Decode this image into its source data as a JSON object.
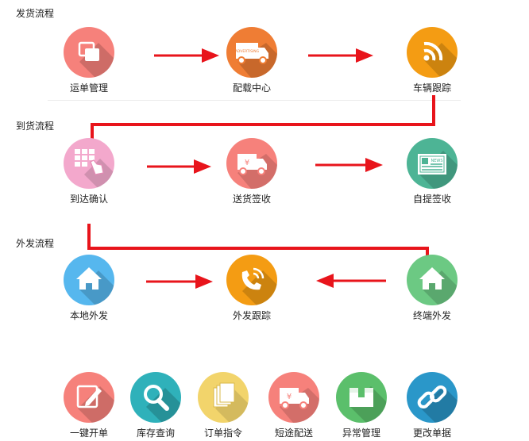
{
  "sections": {
    "shipping": {
      "title": "发货流程"
    },
    "arrival": {
      "title": "到货流程"
    },
    "outbound": {
      "title": "外发流程"
    }
  },
  "shipping_nodes": [
    {
      "label": "运单管理",
      "icon": "copy-icon",
      "color": "#f6817b"
    },
    {
      "label": "配载中心",
      "icon": "truck-icon",
      "color": "#ef7d34",
      "badge": "ADVERTISING"
    },
    {
      "label": "车辆跟踪",
      "icon": "rss-icon",
      "color": "#f49c13"
    }
  ],
  "arrival_nodes": [
    {
      "label": "到达确认",
      "icon": "keypad-hand-icon",
      "color": "#f3a8cc"
    },
    {
      "label": "送货签收",
      "icon": "truck-icon",
      "color": "#f6817b",
      "badge": "¥"
    },
    {
      "label": "自提签收",
      "icon": "newspaper-icon",
      "color": "#4db495",
      "badge": "NEWS"
    }
  ],
  "outbound_nodes": [
    {
      "label": "本地外发",
      "icon": "home-icon",
      "color": "#56b7ee"
    },
    {
      "label": "外发跟踪",
      "icon": "phone-icon",
      "color": "#f49c13"
    },
    {
      "label": "终端外发",
      "icon": "home-icon",
      "color": "#6cc983"
    }
  ],
  "toolbar": [
    {
      "label": "一键开单",
      "icon": "pencil-icon",
      "color": "#f6817b"
    },
    {
      "label": "库存查询",
      "icon": "magnifier-icon",
      "color": "#2fb1ba"
    },
    {
      "label": "订单指令",
      "icon": "documents-icon",
      "color": "#f2d46b"
    },
    {
      "label": "短途配送",
      "icon": "truck-icon",
      "color": "#f6817b",
      "badge": "¥"
    },
    {
      "label": "异常管理",
      "icon": "box-icon",
      "color": "#5bbf6b"
    },
    {
      "label": "更改单据",
      "icon": "link-icon",
      "color": "#2a97c9"
    }
  ],
  "colors": {
    "flow_red": "#e8141b",
    "shadow": "rgba(0,0,0,0.18)"
  }
}
